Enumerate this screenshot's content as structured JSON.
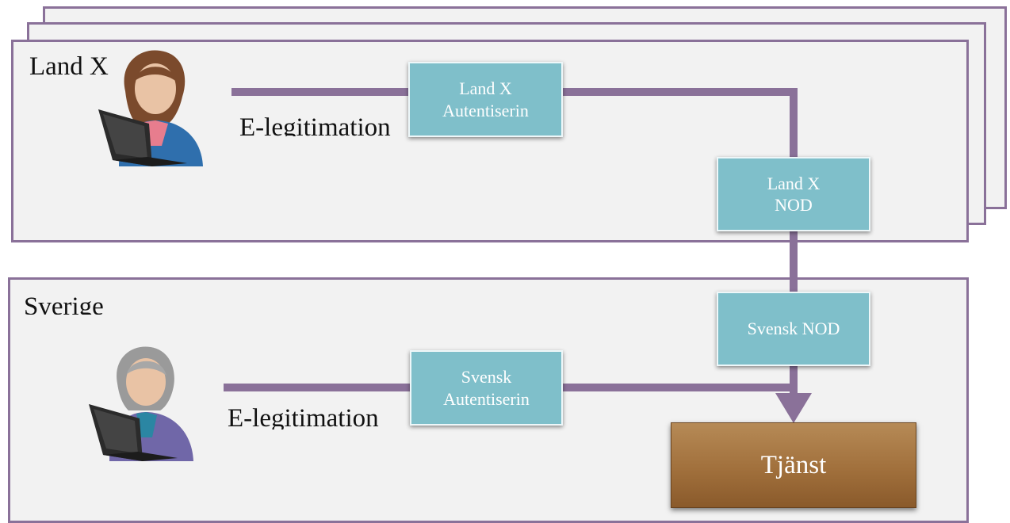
{
  "land_x": {
    "region_label": "Land X",
    "eid_caption": "E-legitimation",
    "auth_box": [
      "Land X",
      "Autentiserin"
    ],
    "node_box": [
      "Land X",
      "NOD"
    ]
  },
  "sverige": {
    "region_label": "Sverige",
    "eid_caption": "E-legitimation",
    "auth_box": [
      "Svensk",
      "Autentiserin"
    ],
    "node_box": "Svensk NOD"
  },
  "service": {
    "label": "Tjänst"
  },
  "colors": {
    "panel_border": "#8a7199",
    "box_fill": "#7fbfca",
    "service_fill": "#a1703c"
  },
  "icons": {
    "user_landx": "user-at-laptop-icon",
    "user_sverige": "user-at-laptop-icon"
  }
}
